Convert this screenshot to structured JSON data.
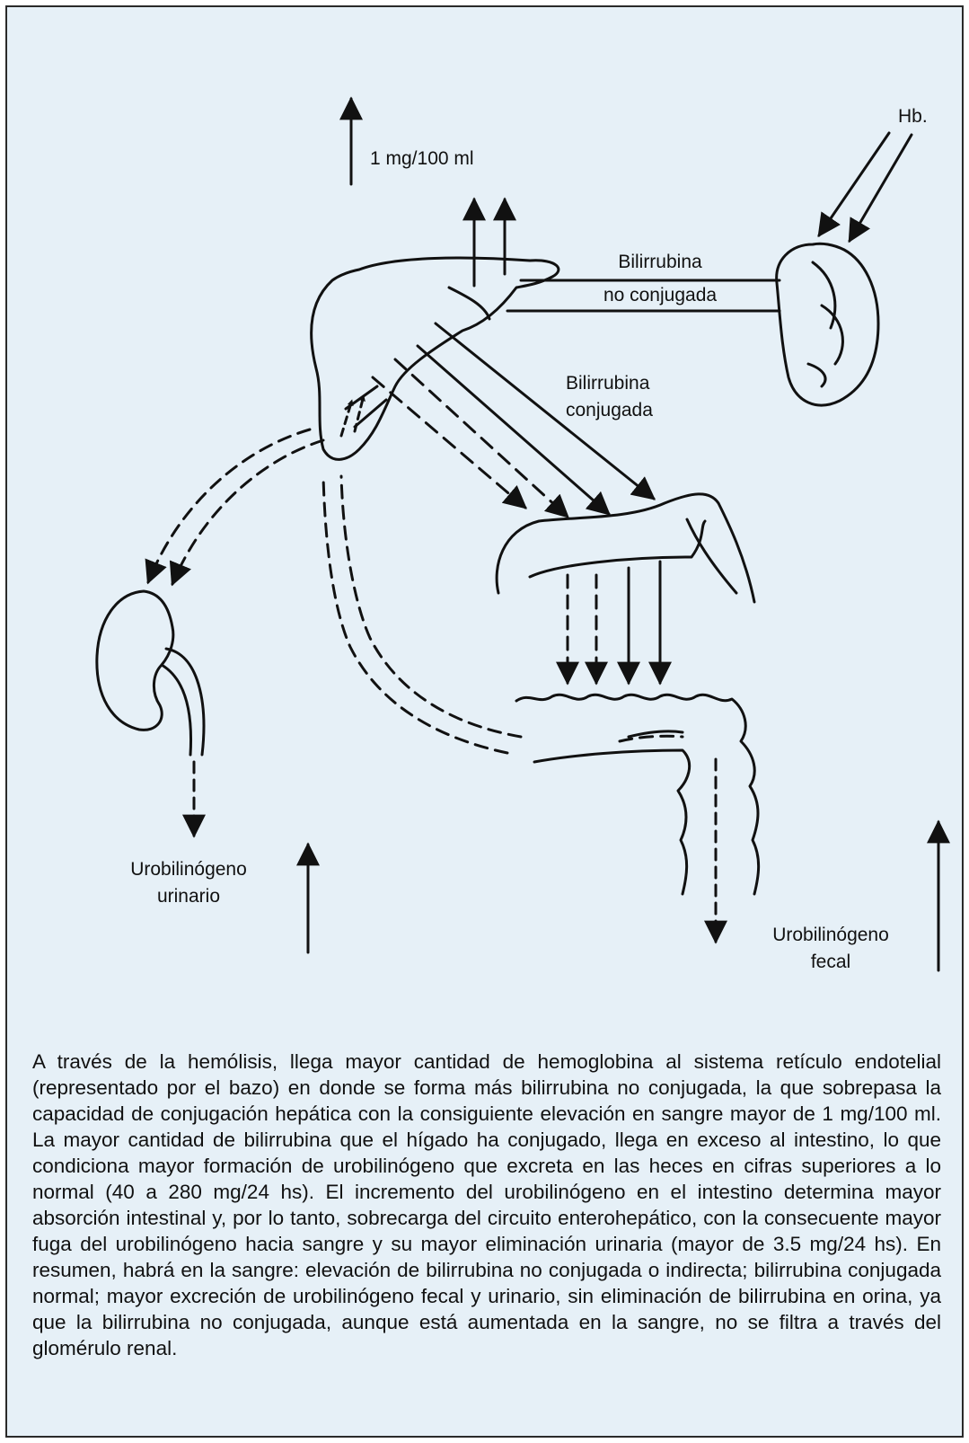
{
  "labels": {
    "hb": "Hb.",
    "threshold": "1 mg/100 ml",
    "unconjugated_line1": "Bilirrubina",
    "unconjugated_line2": "no conjugada",
    "conjugated_line1": "Bilirrubina",
    "conjugated_line2": "conjugada",
    "urinary_line1": "Urobilinógeno",
    "urinary_line2": "urinario",
    "fecal_line1": "Urobilinógeno",
    "fecal_line2": "fecal"
  },
  "caption": "A través de la hemólisis, llega mayor cantidad de hemoglobina al sistema retículo endotelial (representado por el bazo) en donde se forma más bilirrubina no conjugada, la que sobrepasa la capacidad de conjugación hepática con la consiguiente elevación en sangre mayor de 1 mg/100 ml. La mayor cantidad de bilirrubina que el hígado ha conjugado, llega en exceso al intestino, lo que condiciona mayor formación de urobilinógeno que excreta en las heces en cifras superiores a lo normal (40 a 280 mg/24 hs). El incremento del urobilinógeno en el intestino determina mayor absorción intestinal y, por lo tanto, sobrecarga del circuito enterohepático, con la consecuente mayor fuga del urobilinógeno hacia sangre y su mayor eliminación urinaria (mayor de 3.5 mg/24 hs). En resumen, habrá en la sangre: elevación de bilirrubina no conjugada o indirecta; bilirrubina conjugada normal; mayor excreción de urobilinógeno fecal y urinario, sin eliminación de bilirrubina en orina, ya que la bilirrubina no conjugada, aunque está aumentada en la sangre, no se filtra a través del glomérulo renal."
}
